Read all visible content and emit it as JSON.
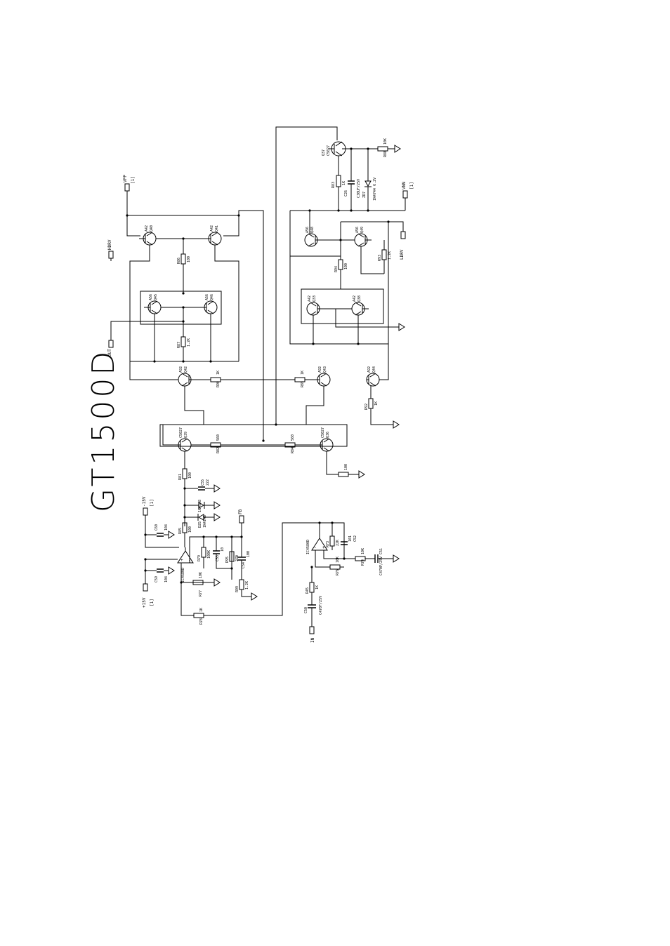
{
  "title": "GT1500D",
  "ports": {
    "vpp": "VPP",
    "vpp_num": "[1]",
    "hdrv": "HDRV",
    "out": "OUT",
    "vnn": "VNN",
    "vnn_num": "[1]",
    "ldrv": "LDRV",
    "fb": "FB",
    "in": "IN",
    "p15": "+15V",
    "p15_num": "[1]",
    "m15": "-15V",
    "m15_num": "[1]"
  },
  "components": {
    "q37": {
      "ref": "Q37",
      "part": "C5027"
    },
    "q40": {
      "ref": "Q40",
      "part": "A42"
    },
    "q41": {
      "ref": "Q41",
      "part": "A42"
    },
    "q45": {
      "ref": "Q45",
      "part": "A56"
    },
    "q46": {
      "ref": "Q46",
      "part": "A56"
    },
    "q48": {
      "ref": "Q48",
      "part": "A56"
    },
    "q49": {
      "ref": "Q49",
      "part": "A56"
    },
    "q33": {
      "ref": "Q33",
      "part": "A42"
    },
    "q38": {
      "ref": "Q38",
      "part": "A42"
    },
    "q42": {
      "ref": "Q42",
      "part": "A92"
    },
    "q43": {
      "ref": "Q43",
      "part": "A92"
    },
    "q44": {
      "ref": "Q44",
      "part": "A92"
    },
    "q39": {
      "ref": "Q39",
      "part": "C5027"
    },
    "q36": {
      "ref": "Q36",
      "part": "C5027"
    },
    "r88": {
      "ref": "R88",
      "val": "10K"
    },
    "r83": {
      "ref": "R83",
      "val": "1K"
    },
    "c26": {
      "ref": "C26",
      "val": "C30UF/25V"
    },
    "zd7": {
      "ref": "ZD7",
      "val": "1N4744 6.2V"
    },
    "r86": {
      "ref": "R86",
      "val": "100"
    },
    "r87": {
      "ref": "R87",
      "val": "1.2K"
    },
    "r94": {
      "ref": "R94",
      "val": "100"
    },
    "r93": {
      "ref": "R93",
      "val": "1.2K"
    },
    "r90": {
      "ref": "R90",
      "val": "1K"
    },
    "r89": {
      "ref": "R89",
      "val": "1K"
    },
    "r92": {
      "ref": "R92",
      "val": "1K"
    },
    "r82": {
      "ref": "R82",
      "val": "560"
    },
    "r84": {
      "ref": "R84",
      "val": "560"
    },
    "r81": {
      "ref": "R81",
      "val": "100"
    },
    "c55": {
      "ref": "C55",
      "val": "222"
    },
    "d24": {
      "ref": "D24",
      "val": "1N4148"
    },
    "d25": {
      "ref": "D25",
      "val": "1N4148"
    },
    "r85": {
      "ref": "R85",
      "val": "100"
    },
    "r80": {
      "ref": "R80",
      "val": "100"
    },
    "c60": {
      "ref": "C60",
      "val": "104"
    },
    "c59": {
      "ref": "C59",
      "val": "104"
    },
    "u1": {
      "ref": "IC4580D",
      "part": ""
    },
    "r79": {
      "ref": "R79",
      "val": "100K"
    },
    "c53": {
      "ref": "C53",
      "val": "10"
    },
    "r95": {
      "ref": "R95",
      "val": "270"
    },
    "c54": {
      "ref": "C54",
      "val": "100"
    },
    "r77": {
      "ref": "R77",
      "val": "10K"
    },
    "r99": {
      "ref": "R99",
      "val": "1.2K"
    },
    "r78": {
      "ref": "R78",
      "val": "1K"
    },
    "u2": {
      "ref": "IC4580D",
      "part": ""
    },
    "r73": {
      "ref": "R73",
      "val": "22K"
    },
    "c52": {
      "ref": "C52",
      "val": "101"
    },
    "r74": {
      "ref": "R74",
      "val": "10K"
    },
    "c51": {
      "ref": "C51",
      "val": "C470P/25V"
    },
    "r76": {
      "ref": "R76",
      "val": "10K"
    },
    "r45": {
      "ref": "R45",
      "val": "1K"
    },
    "c50": {
      "ref": "C50",
      "val": "C470F/25V"
    }
  }
}
